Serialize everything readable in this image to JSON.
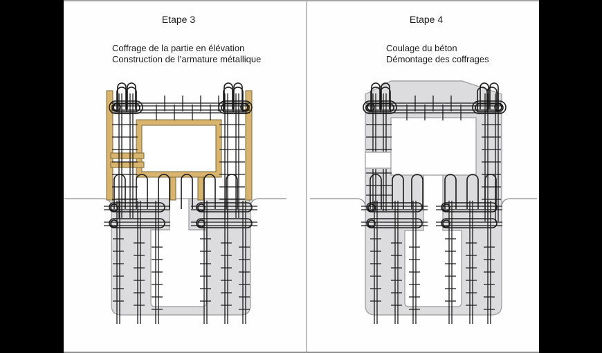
{
  "window": {
    "background": "#000000"
  },
  "page": {
    "background": "#fefefe",
    "border_color": "#a5a5a5",
    "divider_color": "#bfbfbf"
  },
  "palette": {
    "formwork_tan": "#d8b46e",
    "formwork_edge": "#7b6a39",
    "concrete_gray": "#dcdcde",
    "concrete_edge": "#98989b",
    "rebar_black": "#1a1a1a",
    "ground_line": "#8d8d90"
  },
  "panels": [
    {
      "id": "etape-3",
      "title": "Etape 3",
      "subtitle_lines": [
        "Coffrage de la partie en élévation",
        "Construction de l’armature métallique"
      ]
    },
    {
      "id": "etape-4",
      "title": "Etape 4",
      "subtitle_lines": [
        "Coulage du  béton",
        "Démontage des coffrages"
      ]
    }
  ]
}
